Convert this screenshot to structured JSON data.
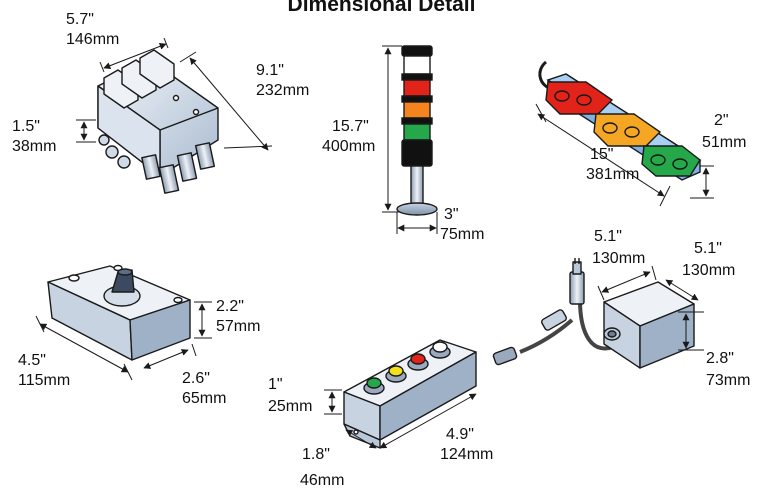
{
  "title": "Dimensional Detail",
  "colors": {
    "metal_light": "#e9eef4",
    "metal_mid": "#b9c8d8",
    "metal_dark": "#7f93aa",
    "light_red": "#e2231a",
    "light_amber": "#f5a623",
    "light_yellow": "#f3e21b",
    "light_green": "#25a84a",
    "light_white": "#ffffff",
    "outline": "#1a1a1a"
  },
  "items": {
    "manifold": {
      "width_in": "5.7\"",
      "width_mm": "146mm",
      "length_in": "9.1\"",
      "length_mm": "232mm",
      "height_in": "1.5\"",
      "height_mm": "38mm"
    },
    "tower_light": {
      "height_in": "15.7\"",
      "height_mm": "400mm",
      "base_in": "3\"",
      "base_mm": "75mm"
    },
    "light_bar": {
      "length_in": "15\"",
      "length_mm": "381mm",
      "height_in": "2\"",
      "height_mm": "51mm"
    },
    "selector_box": {
      "length_in": "4.5\"",
      "length_mm": "115mm",
      "depth_in": "2.6\"",
      "depth_mm": "65mm",
      "height_in": "2.2\"",
      "height_mm": "57mm"
    },
    "pushbutton_station": {
      "height_in": "1\"",
      "height_mm": "25mm",
      "depth_in": "1.8\"",
      "depth_mm": "46mm",
      "length_in": "4.9\"",
      "length_mm": "124mm"
    },
    "junction_box": {
      "width_in": "5.1\"",
      "width_mm": "130mm",
      "length_in": "5.1\"",
      "length_mm": "130mm",
      "height_in": "2.8\"",
      "height_mm": "73mm"
    }
  }
}
